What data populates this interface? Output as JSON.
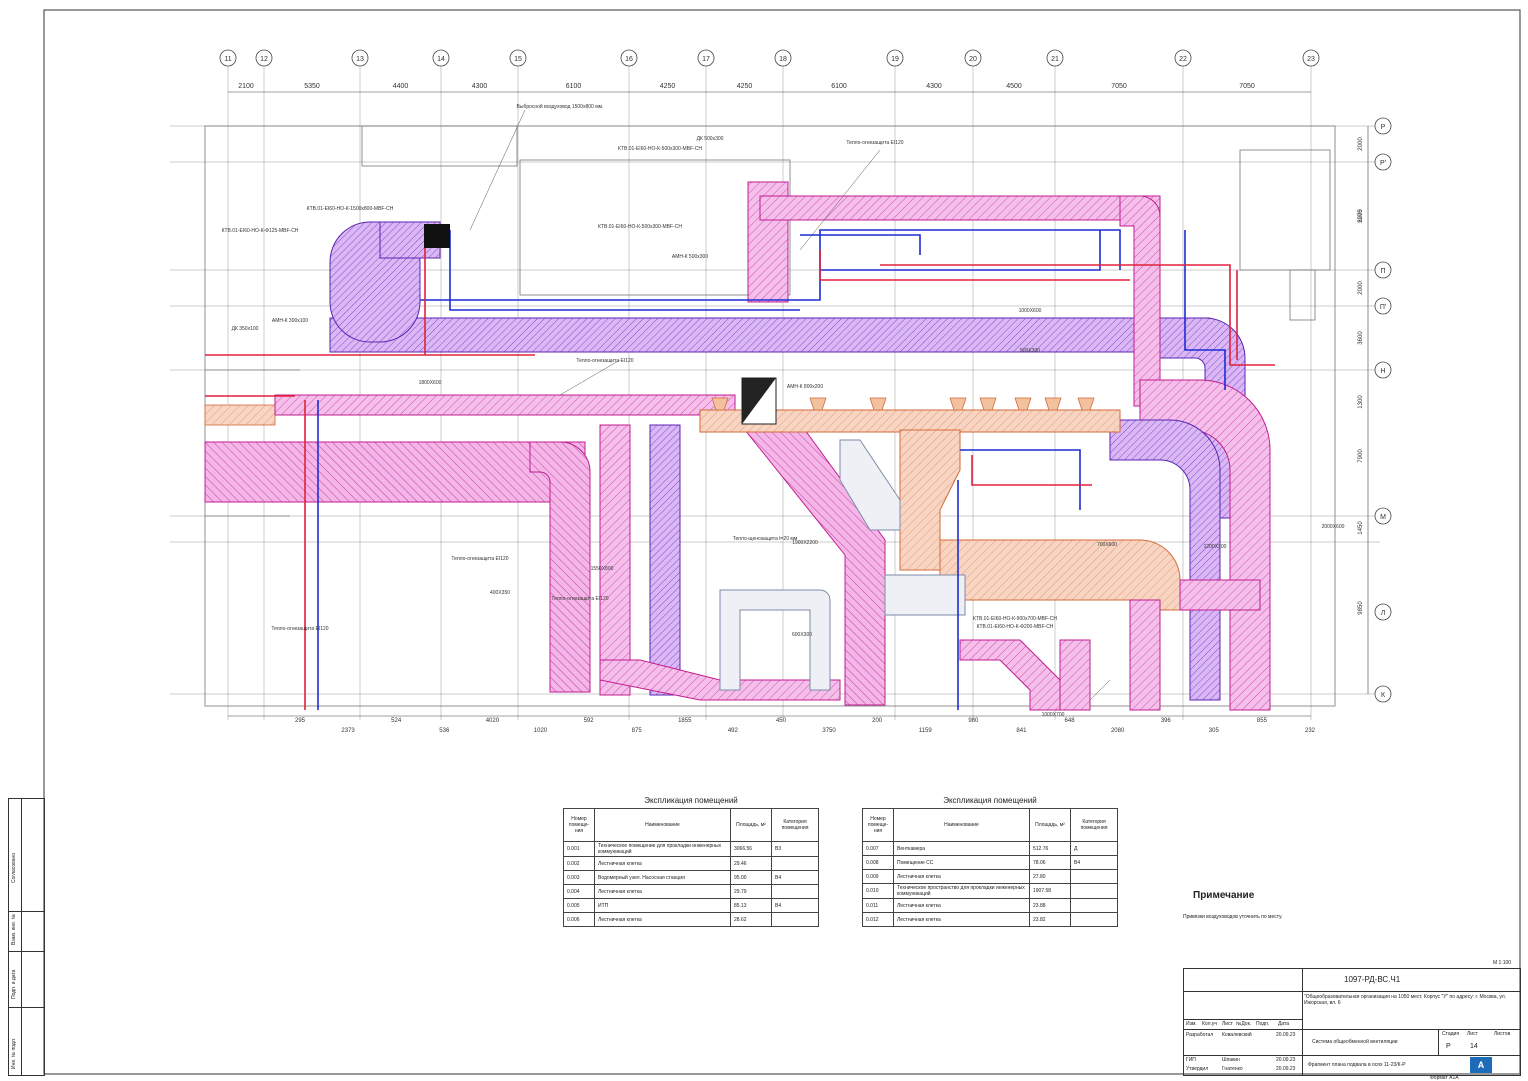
{
  "axes_top": [
    "11",
    "12",
    "13",
    "14",
    "15",
    "16",
    "17",
    "18",
    "19",
    "20",
    "21",
    "22",
    "23"
  ],
  "axes_right": [
    "Р",
    "Р'",
    "П",
    "П'",
    "Н",
    "М",
    "Л",
    "К"
  ],
  "dims_top": [
    "2100",
    "5350",
    "4400",
    "4300",
    "6100",
    "4250",
    "4250",
    "6100",
    "4300",
    "4500",
    "7050",
    "7050"
  ],
  "dims_bottom": [
    "295",
    "2373",
    "524",
    "536",
    "4020",
    "1020",
    "592",
    "875",
    "1855",
    "492",
    "450",
    "3750",
    "200",
    "1159",
    "980",
    "841",
    "648",
    "2080",
    "396",
    "305",
    "855",
    "232"
  ],
  "dims_right": [
    "2000",
    "2275",
    "5900",
    "2000",
    "3600",
    "1300",
    "7900",
    "1450",
    "9850"
  ],
  "duct_labels": [
    "Тепло-огнезащита EI120",
    "Тепло-огнезащита EI120",
    "Тепло-огнезащита EI120",
    "Тепло-огнезащита EI120",
    "Тепло-огнезащита EI120",
    "Тепло-щенозащита t=20 мм",
    "КТВ.01-EI60-НО-К-500х300-МВF-СН",
    "КТВ.01-EI60-НО-К-500х300-МВF-СН",
    "КТВ.01-EI60-НО-К-1500х800-МВF-СН",
    "КТВ.01-EI60-НО-К-Ф125-МВF-СН",
    "КТВ.01-EI60-НО-К-900х700-МВF-СН",
    "КТВ.01-EI60-НО-К-Ф200-МВF-СН",
    "Выбросной воздуховод 1500х800 мм.",
    "АМН-К 500х300",
    "АМН-К 800х200",
    "АМН-К 300х100",
    "ДК 500х300",
    "ДК 350х100",
    "1800Х600",
    "1900Х2200",
    "1550Х800",
    "1200Х300",
    "600Х300",
    "400Х350",
    "500Х300",
    "1000Х600",
    "2000Х600",
    "700Х600",
    "1000Х700"
  ],
  "expl_left": {
    "title": "Экспликация помещений",
    "headers": [
      "Номер помеще-ния",
      "Наименование",
      "Площадь, м²",
      "Категория помещения"
    ],
    "rows": [
      [
        "0.001",
        "Техническое помещение для прокладки инженерных коммуникаций",
        "3066.56",
        "В3"
      ],
      [
        "0.002",
        "Лестничная клетка",
        "29.46",
        ""
      ],
      [
        "0.003",
        "Водомерный узел. Насосная станция",
        "95.00",
        "В4"
      ],
      [
        "0.004",
        "Лестничная клетка",
        "29.79",
        ""
      ],
      [
        "0.005",
        "ИТП",
        "85.13",
        "В4"
      ],
      [
        "0.006",
        "Лестничная клетка",
        "28.62",
        ""
      ]
    ]
  },
  "expl_right": {
    "title": "Экспликация помещений",
    "headers": [
      "Номер помеще-ния",
      "Наименование",
      "Площадь, м²",
      "Категория помещения"
    ],
    "rows": [
      [
        "0.007",
        "Венткамера",
        "512.76",
        "Д"
      ],
      [
        "0.008",
        "Помещение СС",
        "78.06",
        "В4"
      ],
      [
        "0.009",
        "Лестничная клетка",
        "27.80",
        ""
      ],
      [
        "0.010",
        "Техническое пространство для прокладки инженерных коммуникаций",
        "1907.58",
        ""
      ],
      [
        "0.011",
        "Лестничная клетка",
        "23.88",
        ""
      ],
      [
        "0.012",
        "Лестничная клетка",
        "23.82",
        ""
      ]
    ]
  },
  "note": {
    "title": "Примечание",
    "text": "Привязки воздуховодов уточнить по месту."
  },
  "scale": "М 1:100",
  "stamp": {
    "code": "1097-РД-ВС.Ч1",
    "object": "\"Общеобразовательная организация на 1050 мест. Корпус \"У\" по адресу: г. Москва, ул. Ижорская, вл. 6",
    "system": "Система общеобменной вентиляции",
    "sheet_title": "Фрагмент плана подвала в осях 11-23/К-Р",
    "stage_label": "Стадия",
    "sheet_label": "Лист",
    "sheets_label": "Листов",
    "stage": "Р",
    "sheet": "14",
    "col_izm": "Изм.",
    "col_koluch": "Кол.уч",
    "col_list": "Лист",
    "col_ndok": "№Док.",
    "col_podp": "Подп.",
    "col_data": "Дата",
    "role1": "Разработал",
    "name1": "Ковалевский",
    "date1": "20.09.23",
    "role2": "ГИП",
    "name2": "Шпакин",
    "date2": "20.09.23",
    "role3": "Утвердил",
    "name3": "Гнатенко",
    "date3": "20.09.23",
    "format": "Формат А1А"
  },
  "left_strip": [
    "Согласовано",
    "Взам. инв. №",
    "Подп. и дата",
    "Инв. № подл."
  ]
}
